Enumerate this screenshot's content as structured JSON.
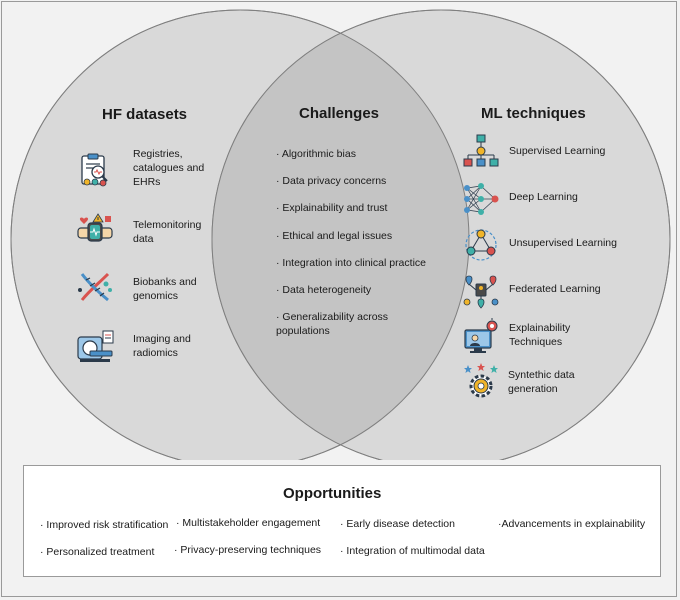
{
  "colors": {
    "background": "#f2f2f2",
    "circle_fill": "#d9d9d9",
    "overlap_fill": "#c4c4c4",
    "circle_stroke": "#7f7f7f",
    "icon_blue": "#4a90c8",
    "icon_red": "#d9534f",
    "icon_teal": "#3fb0a8",
    "icon_yellow": "#f0b429"
  },
  "left": {
    "title": "HF datasets",
    "items": [
      {
        "icon": "registry-clipboard-icon",
        "text": "Registries,\ncatalogues and\nEHRs"
      },
      {
        "icon": "smartwatch-telemonitoring-icon",
        "text": "Telemonitoring\ndata"
      },
      {
        "icon": "dna-biobank-icon",
        "text": "Biobanks and\ngenomics"
      },
      {
        "icon": "mri-scanner-icon",
        "text": "Imaging and\nradiomics"
      }
    ]
  },
  "center": {
    "title": "Challenges",
    "items": [
      "· Algorithmic bias",
      "· Data privacy concerns",
      "· Explainability and trust",
      "· Ethical and legal issues",
      "· Integration into clinical practice",
      "· Data heterogeneity",
      "· Generalizability across\npopulations"
    ]
  },
  "right": {
    "title": "ML techniques",
    "items": [
      {
        "icon": "hierarchy-network-icon",
        "text": "Supervised Learning"
      },
      {
        "icon": "neural-network-icon",
        "text": "Deep Learning"
      },
      {
        "icon": "cluster-network-icon",
        "text": "Unsupervised Learning"
      },
      {
        "icon": "federated-nodes-icon",
        "text": "Federated Learning"
      },
      {
        "icon": "monitor-presentation-icon",
        "text": "Explainability\nTechniques"
      },
      {
        "icon": "gear-stars-icon",
        "text": "Syntethic data\ngeneration"
      }
    ]
  },
  "opportunities": {
    "title": "Opportunities",
    "row1": [
      "· Improved risk stratification",
      "· Multistakeholder engagement",
      "· Early disease detection",
      "·Advancements in explainability"
    ],
    "row2": [
      "· Personalized treatment",
      "· Privacy-preserving techniques",
      "· Integration of multimodal data"
    ]
  }
}
